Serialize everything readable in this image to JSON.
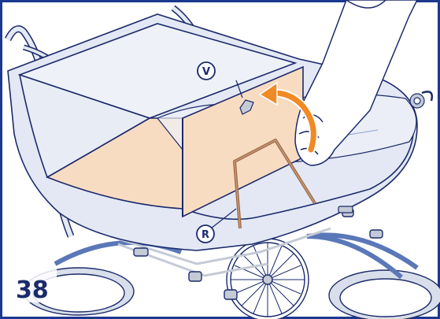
{
  "figure": {
    "step_number": "38",
    "callouts": {
      "v_label": "V",
      "r_label": "R"
    }
  },
  "colors": {
    "frame": "#1b3a8f",
    "outline": "#1b2a6b",
    "body_fill": "#e3e8f4",
    "panel_fill": "#f7dcc2",
    "bar": "#9b6a4a",
    "arrow": "#f08a24",
    "chrome": "#c4cad6"
  }
}
